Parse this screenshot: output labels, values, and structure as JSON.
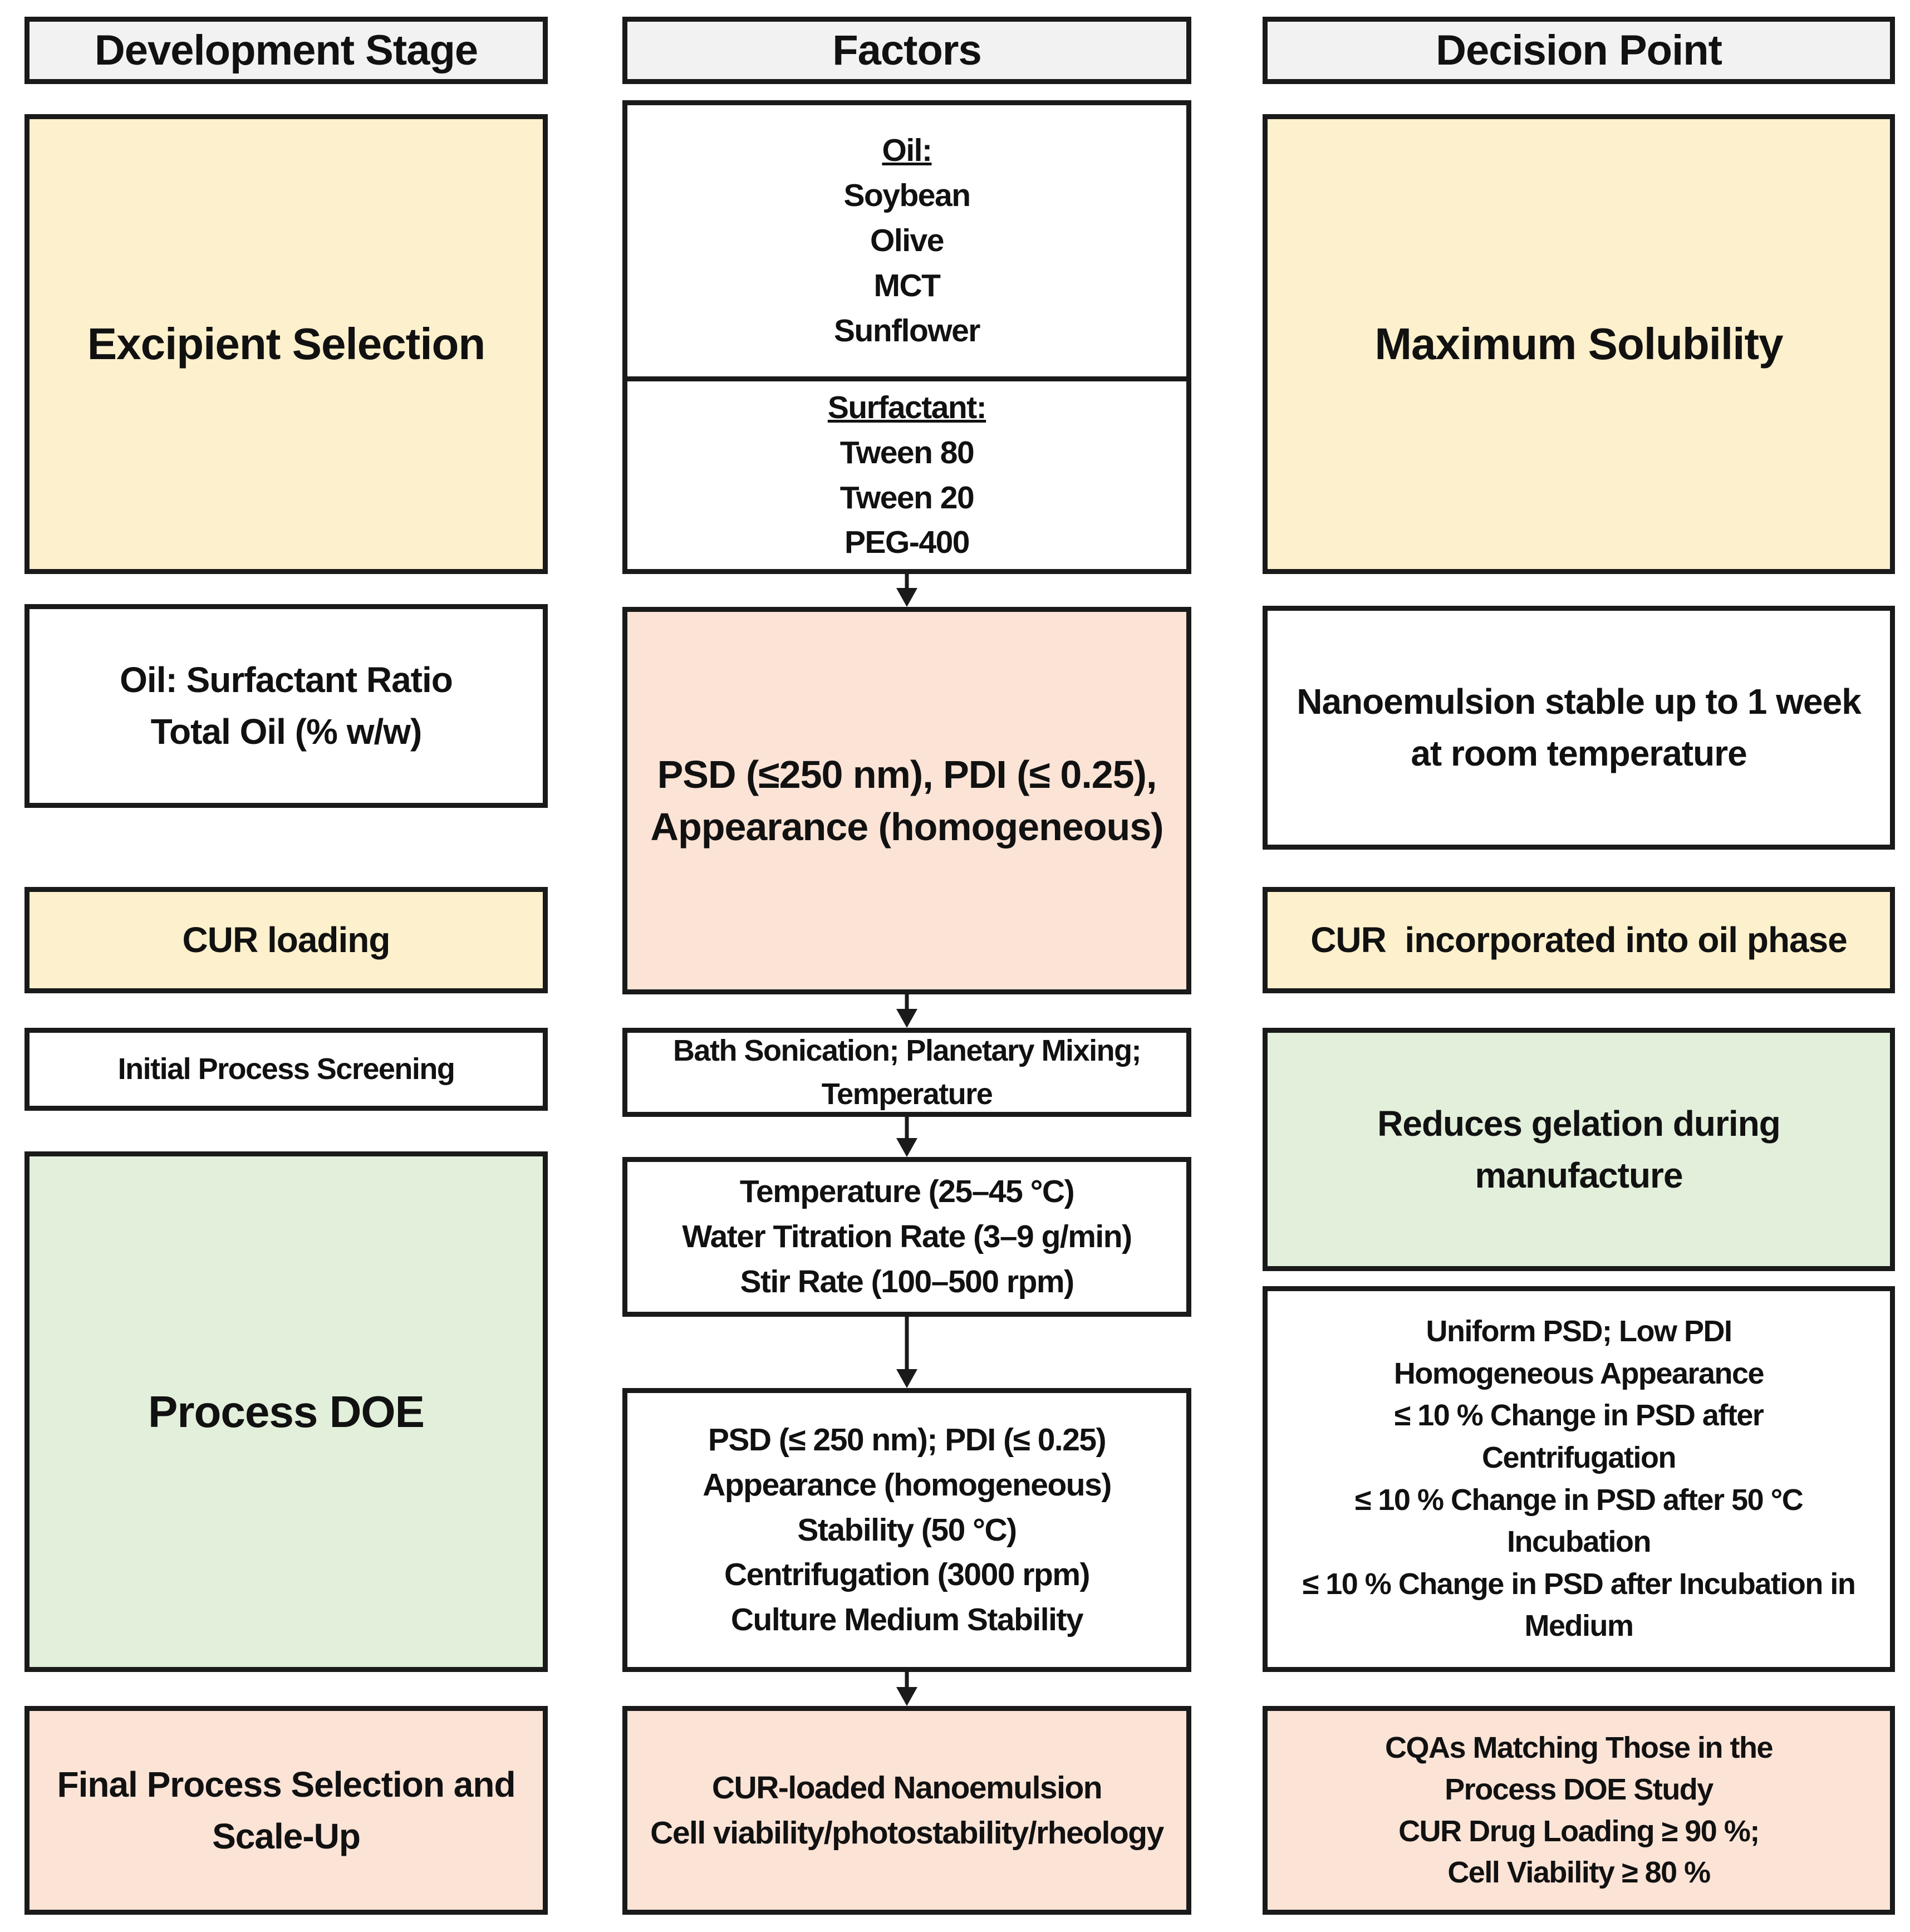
{
  "headers": {
    "development_stage": "Development Stage",
    "factors": "Factors",
    "decision_point": "Decision Point"
  },
  "stage": {
    "excipient_selection": "Excipient Selection",
    "oil_surfactant_ratio": "Oil: Surfactant Ratio",
    "total_oil": "Total Oil (% w/w)",
    "cur_loading": "CUR loading",
    "initial_process_screening": "Initial Process Screening",
    "process_doe": "Process DOE",
    "final_process": "Final Process Selection and Scale-Up"
  },
  "factors": {
    "oil": {
      "title": "Oil:",
      "items": [
        "Soybean",
        "Olive",
        "MCT",
        "Sunflower"
      ]
    },
    "surfactant": {
      "title": "Surfactant:",
      "items": [
        "Tween 80",
        "Tween 20",
        "PEG-400"
      ]
    },
    "psd_box": {
      "line1": "PSD (≤250 nm), PDI (≤ 0.25),",
      "line2": "Appearance (homogeneous)"
    },
    "screening": {
      "line1": "Bath Sonication; Planetary Mixing;",
      "line2": "Temperature"
    },
    "doe_params": [
      "Temperature (25–45 °C)",
      "Water Titration Rate (3–9 g/min)",
      "Stir Rate (100–500 rpm)"
    ],
    "doe_responses": [
      "PSD (≤ 250 nm); PDI (≤ 0.25)",
      "Appearance (homogeneous)",
      "Stability (50 °C)",
      "Centrifugation (3000 rpm)",
      "Culture Medium Stability"
    ],
    "final": [
      "CUR-loaded Nanoemulsion",
      "Cell viability/photostability/rheology"
    ]
  },
  "decision": {
    "max_solubility": "Maximum Solubility",
    "stable_week": "Nanoemulsion stable up to 1 week at room temperature",
    "cur_incorporated": "CUR  incorporated into oil phase",
    "reduces_gelation": "Reduces gelation during manufacture",
    "doe_criteria": [
      "Uniform PSD; Low PDI",
      "Homogeneous Appearance",
      "≤ 10 % Change in PSD after Centrifugation",
      "≤ 10 % Change in PSD after 50 °C Incubation",
      "≤ 10 % Change in PSD after Incubation in Medium"
    ],
    "final_criteria": [
      "CQAs Matching Those in the Process DOE Study",
      "CUR Drug Loading ≥  90 %;",
      "Cell Viability ≥  80 %"
    ]
  },
  "colors": {
    "yellow": "#fdf0cc",
    "peach": "#fbe3d6",
    "green": "#e2efda",
    "header": "#f2f2f2",
    "border": "#1a1a1a"
  }
}
